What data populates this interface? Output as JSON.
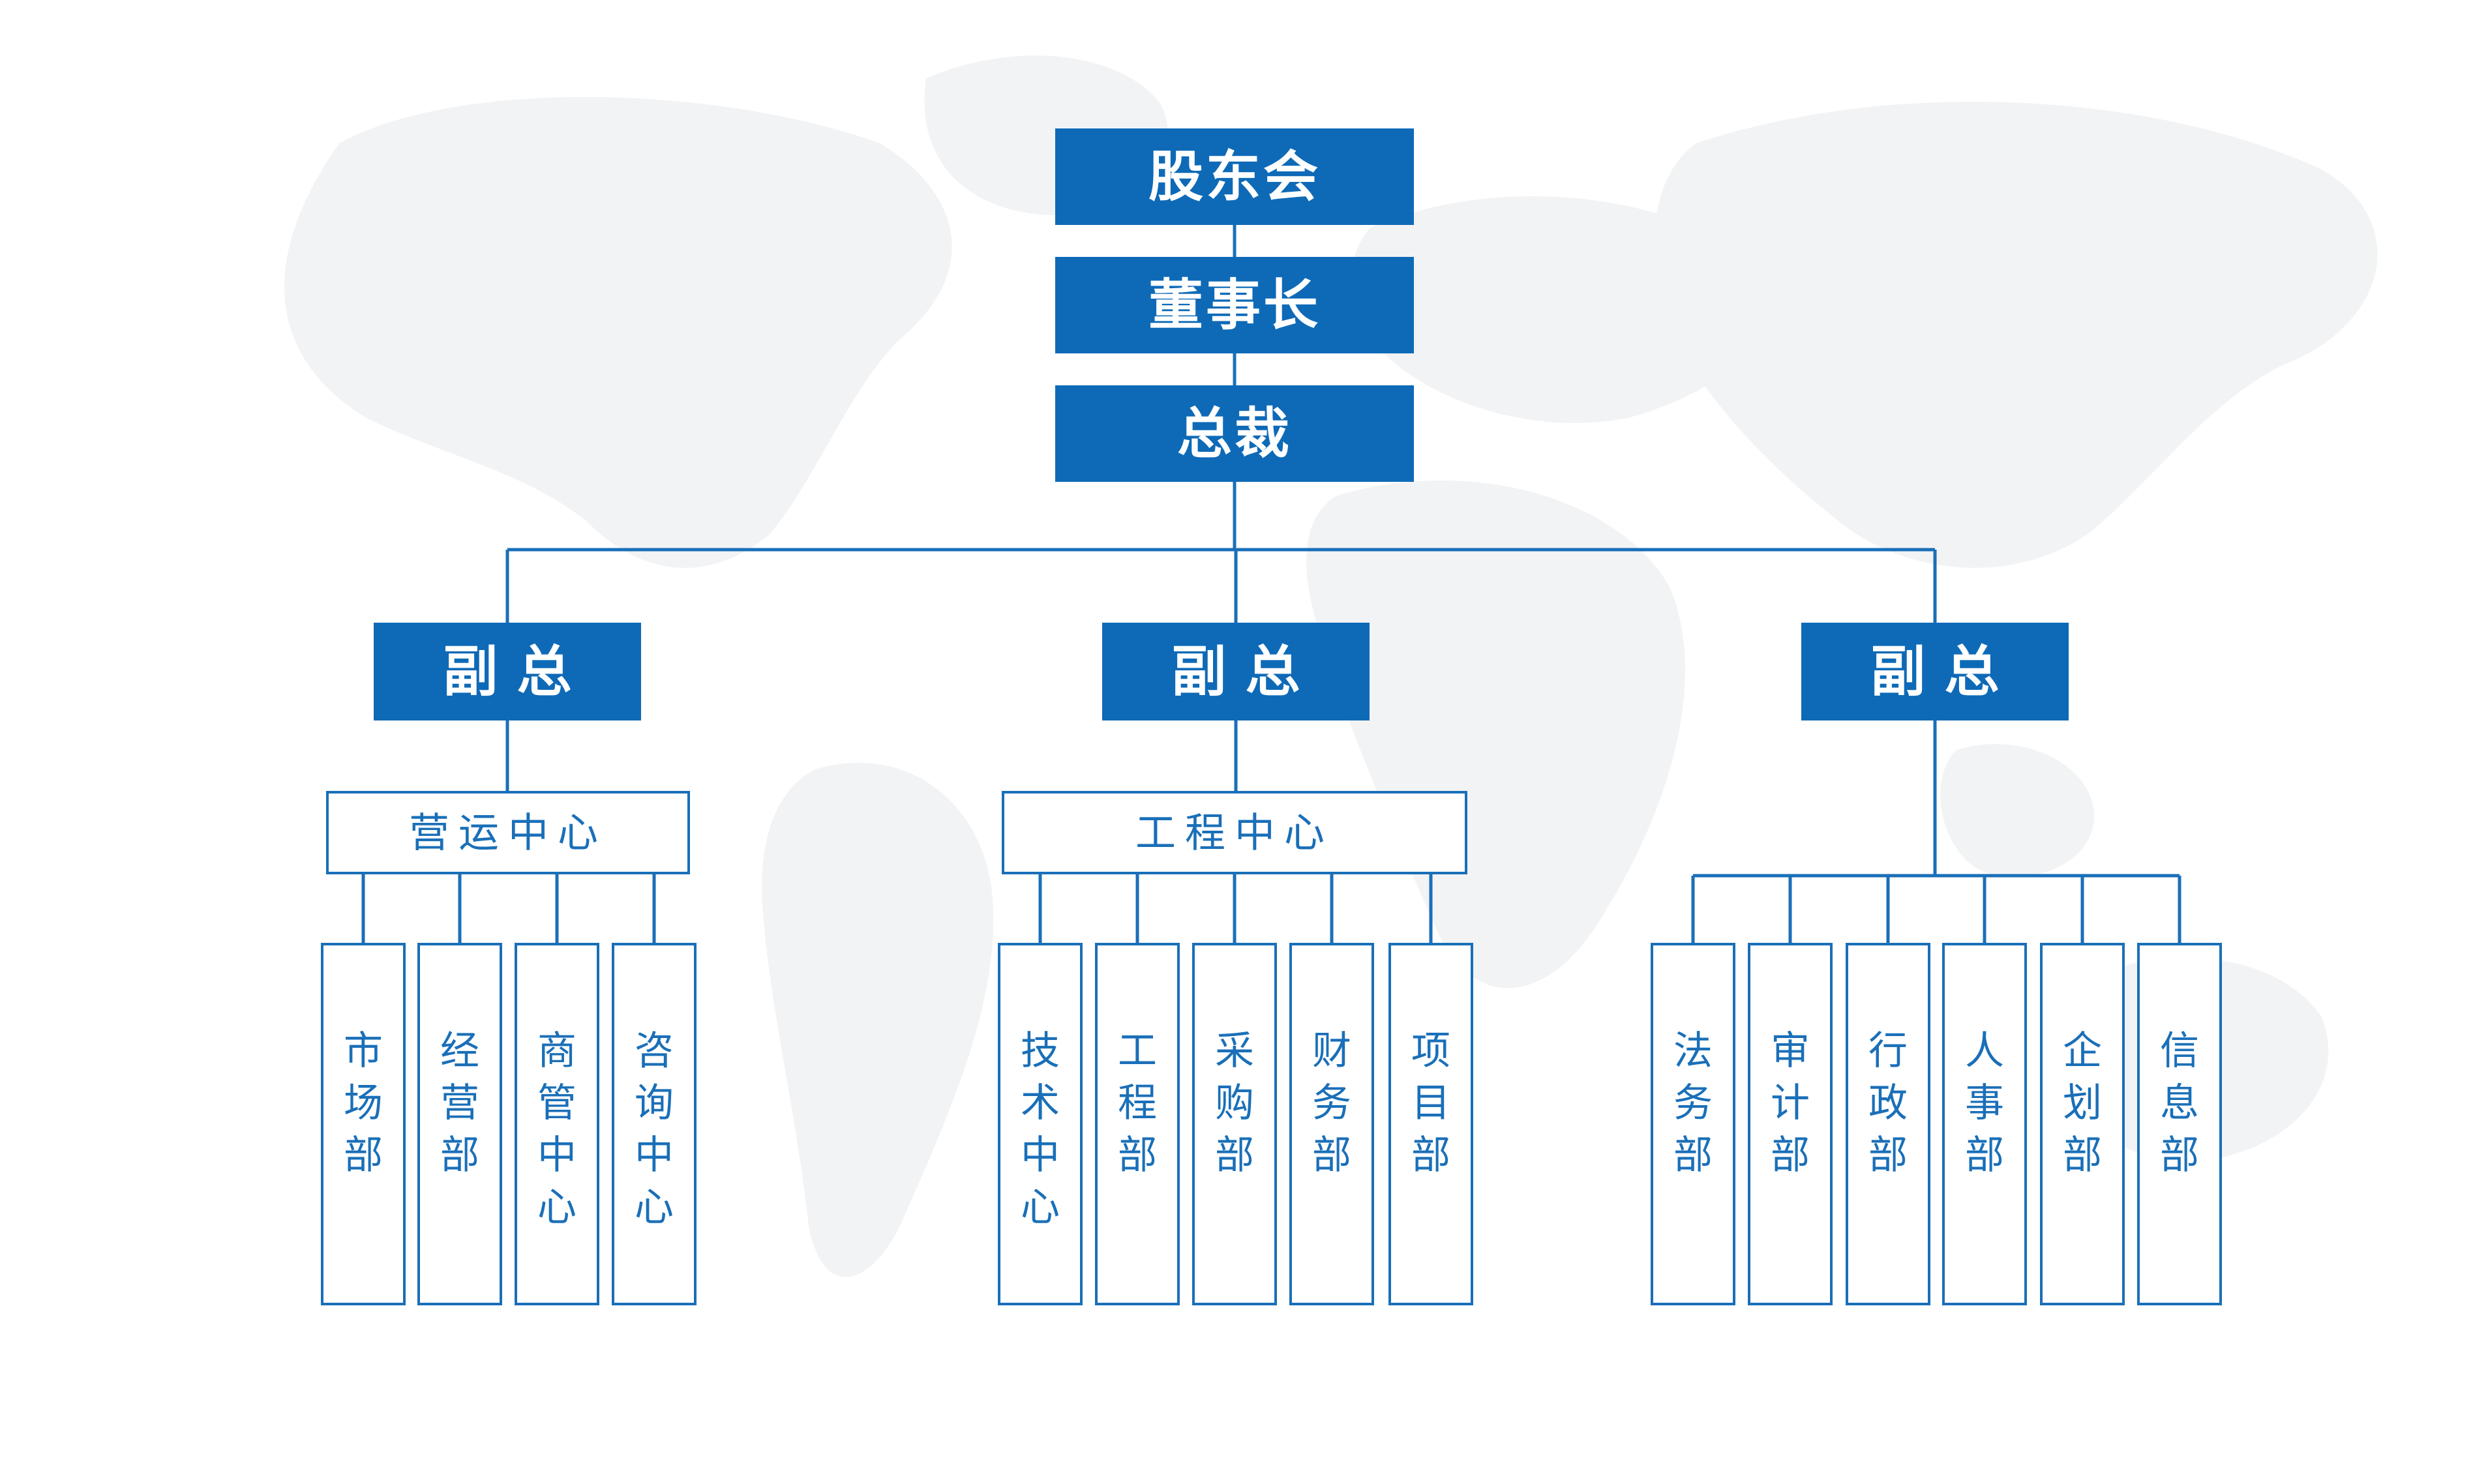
{
  "colors": {
    "accent": "#0e6ab7",
    "line": "#1a6fb8",
    "background": "#ffffff",
    "map": "#f2f3f5"
  },
  "chain": [
    {
      "id": "shareholders",
      "label": "股东会"
    },
    {
      "id": "chairman",
      "label": "董事长"
    },
    {
      "id": "president",
      "label": "总裁"
    }
  ],
  "vp_label": "副 总",
  "branches": [
    {
      "id": "left",
      "center": {
        "label": "营运中心"
      },
      "departments": [
        "市场部",
        "经营部",
        "商管中心",
        "咨询中心"
      ]
    },
    {
      "id": "middle",
      "center": {
        "label": "工程中心"
      },
      "departments": [
        "技术中心",
        "工程部",
        "采购部",
        "财务部",
        "项目部"
      ]
    },
    {
      "id": "right",
      "center": null,
      "departments": [
        "法务部",
        "审计部",
        "行政部",
        "人事部",
        "企划部",
        "信息部"
      ]
    }
  ]
}
